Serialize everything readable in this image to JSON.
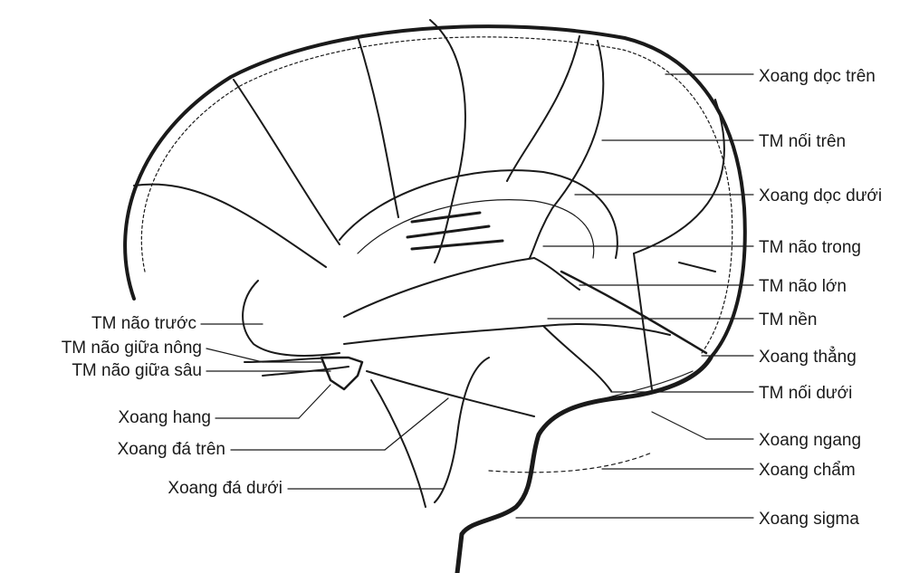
{
  "diagram": {
    "ink_color": "#1a1a1a",
    "background": "#ffffff",
    "labels_right": {
      "superior_sagittal_sinus": "Xoang dọc trên",
      "superior_anastomotic_vein": "TM nối trên",
      "inferior_sagittal_sinus": "Xoang dọc dưới",
      "internal_cerebral_vein": "TM não trong",
      "great_cerebral_vein": "TM não lớn",
      "basal_vein": "TM nền",
      "straight_sinus": "Xoang thẳng",
      "inferior_anastomotic_vein": "TM nối dưới",
      "transverse_sinus": "Xoang ngang",
      "occipital_sinus": "Xoang chẩm",
      "sigmoid_sinus": "Xoang sigma"
    },
    "labels_left": {
      "anterior_cerebral_vein": "TM não trước",
      "superficial_middle_cerebral_vein": "TM não giữa nông",
      "deep_middle_cerebral_vein": "TM não giữa sâu",
      "cavernous_sinus": "Xoang hang",
      "superior_petrosal_sinus": "Xoang đá trên",
      "inferior_petrosal_sinus": "Xoang đá dưới"
    }
  }
}
